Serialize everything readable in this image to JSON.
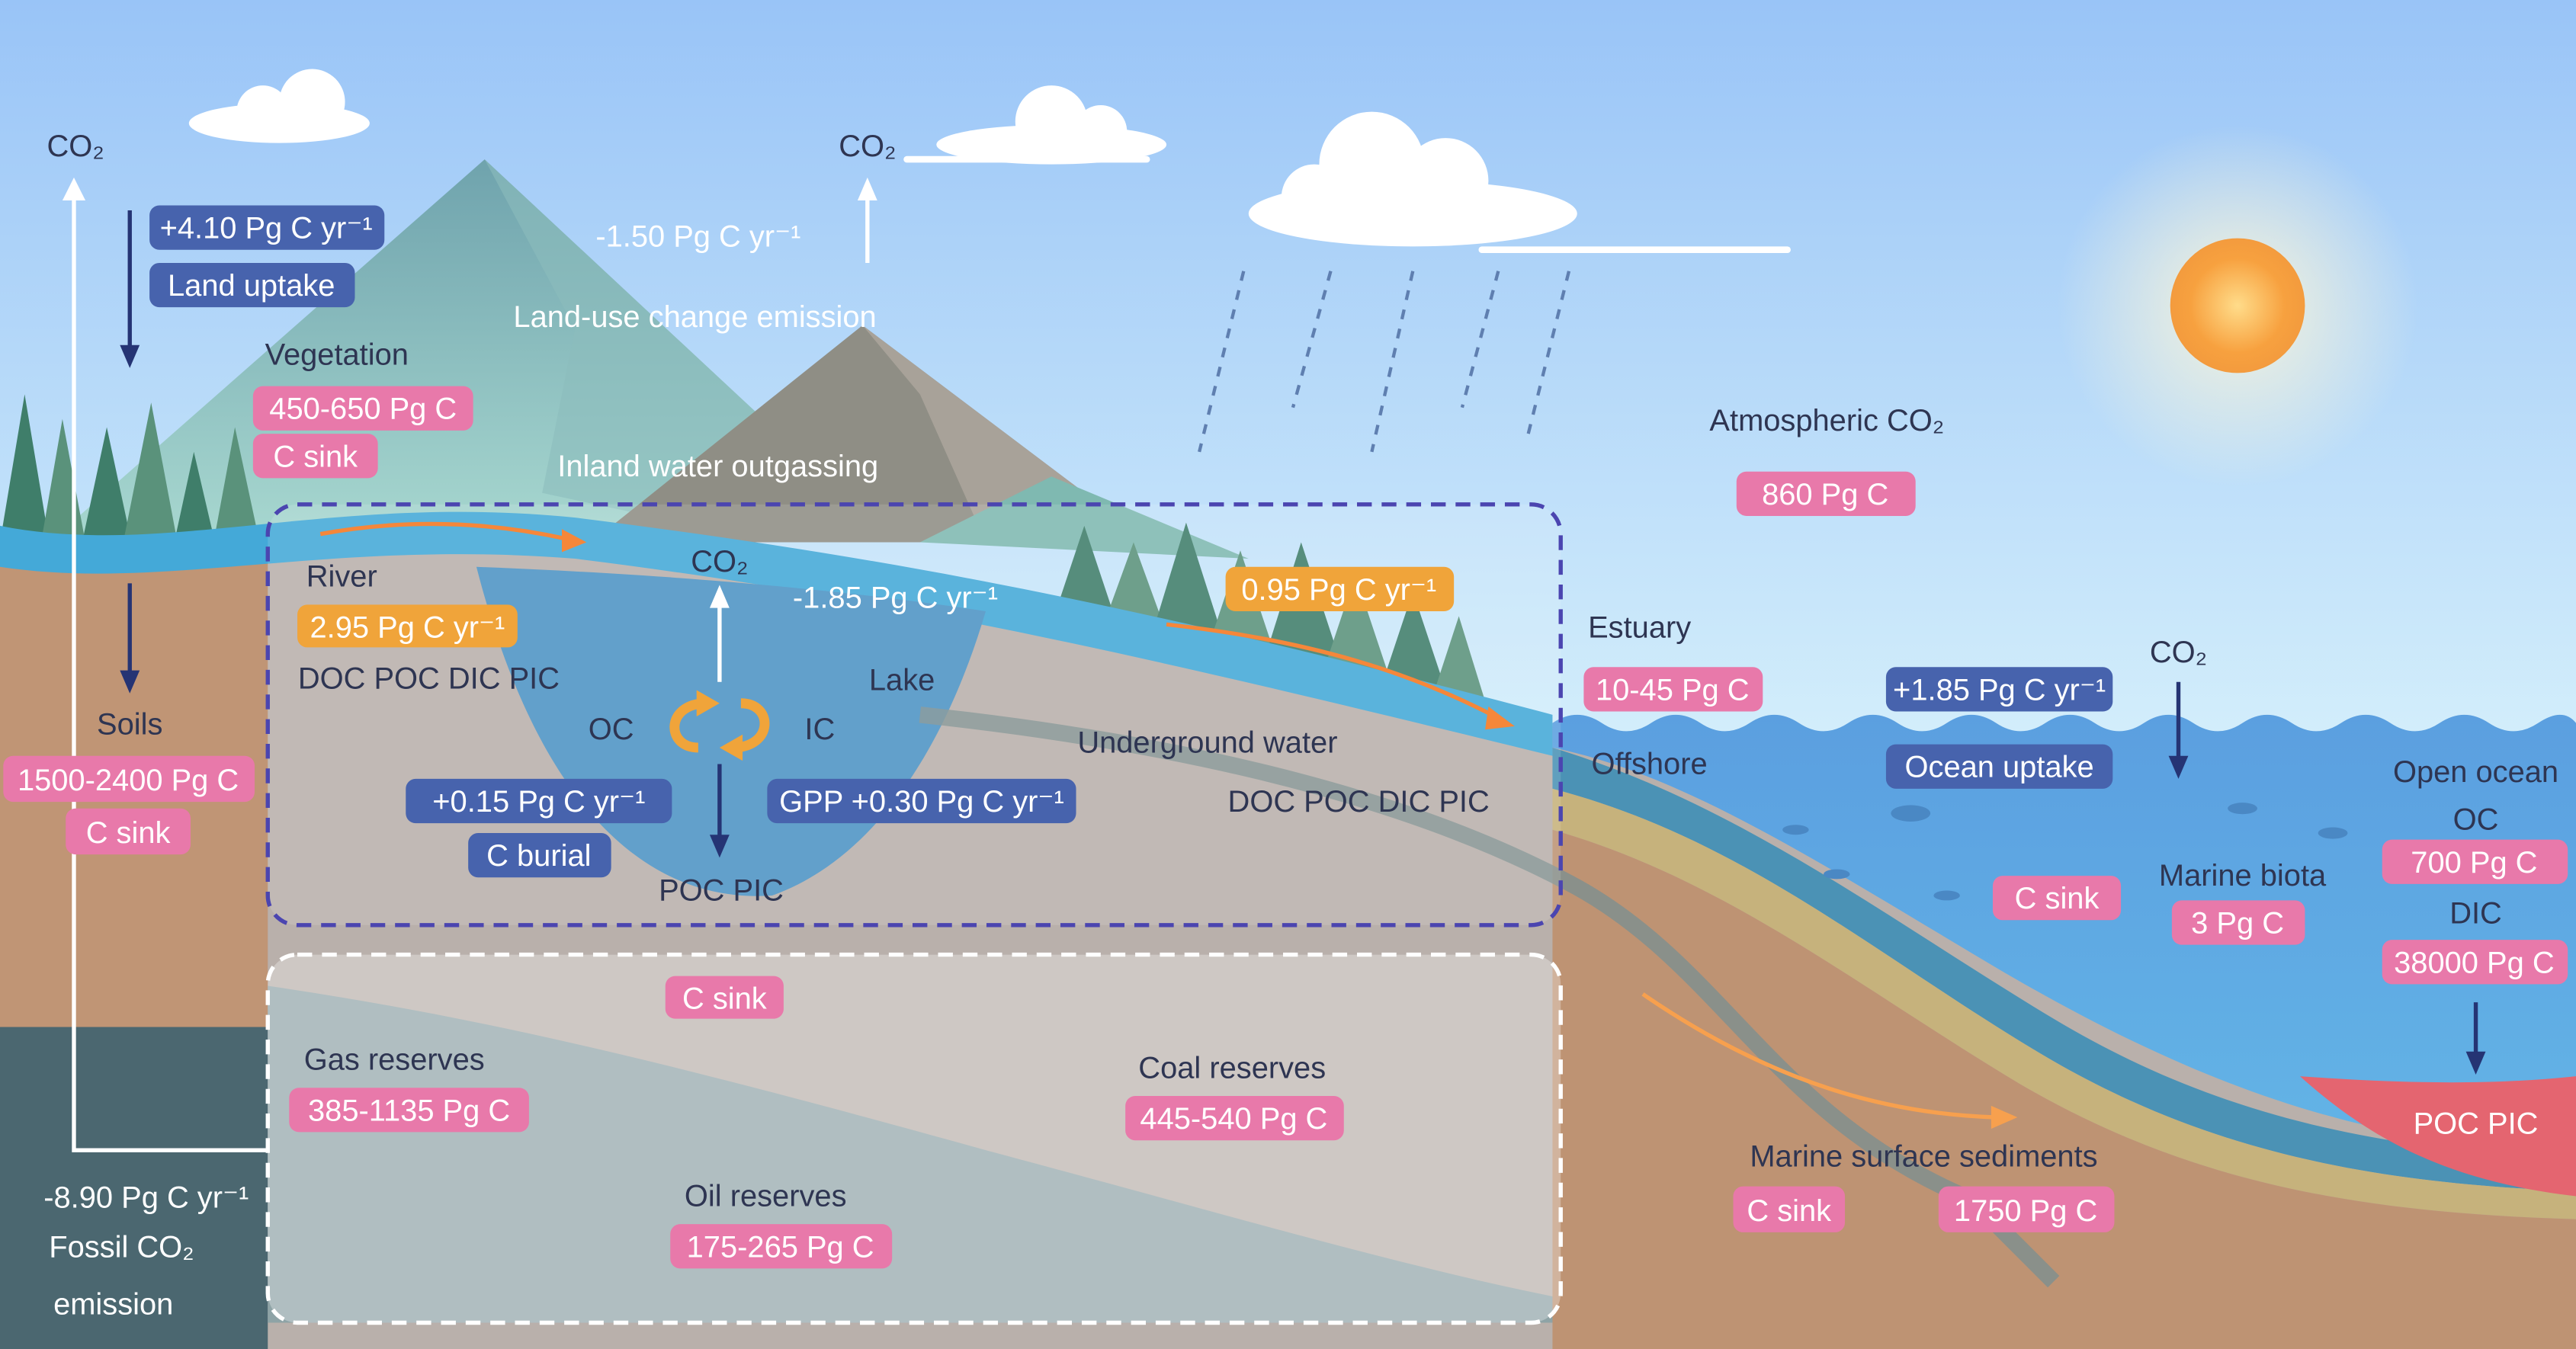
{
  "colors": {
    "pink": "#e879aa",
    "blue": "#4763ad",
    "orange": "#f0a43a",
    "text": "#2e3552"
  },
  "atmosphere": {
    "co2_left": "CO₂",
    "co2_mid": "CO₂",
    "co2_lake": "CO₂",
    "co2_ocean": "CO₂",
    "title": "Atmospheric CO₂",
    "stock": "860 Pg C"
  },
  "land": {
    "uptake_flux": "+4.10 Pg C yr⁻¹",
    "uptake_label": "Land uptake",
    "landuse_flux": "-1.50 Pg C yr⁻¹",
    "landuse_label": "Land-use change emission",
    "outgassing_label": "Inland water outgassing",
    "vegetation": "Vegetation",
    "vegetation_stock": "450-650 Pg C",
    "vegetation_sink": "C sink",
    "soils": "Soils",
    "soils_stock": "1500-2400 Pg C",
    "soils_sink": "C sink"
  },
  "inland_water": {
    "river": "River",
    "river_flux": "2.95 Pg C yr⁻¹",
    "river_species": "DOC POC DIC PIC",
    "outgas_flux": "-1.85 Pg C yr⁻¹",
    "estuary_flux": "0.95 Pg C yr⁻¹",
    "lake": "Lake",
    "oc": "OC",
    "ic": "IC",
    "burial_flux": "+0.15 Pg C yr⁻¹",
    "burial_label": "C burial",
    "poc_pic": "POC PIC",
    "gpp_flux": "GPP +0.30 Pg C yr⁻¹",
    "underground": "Underground water",
    "underground_species": "DOC POC DIC PIC"
  },
  "ocean": {
    "estuary": "Estuary",
    "estuary_stock": "10-45 Pg C",
    "offshore": "Offshore",
    "uptake_flux": "+1.85 Pg C yr⁻¹",
    "uptake_label": "Ocean uptake",
    "open_ocean": "Open ocean",
    "oc": "OC",
    "oc_stock": "700 Pg C",
    "dic": "DIC",
    "dic_stock": "38000 Pg C",
    "poc_pic": "POC PIC",
    "c_sink": "C sink",
    "marine_biota": "Marine biota",
    "biota_stock": "3 Pg C",
    "sediments": "Marine surface sediments",
    "sediments_sink": "C sink",
    "sediments_stock": "1750 Pg C"
  },
  "fossil": {
    "c_sink": "C sink",
    "gas": "Gas reserves",
    "gas_stock": "385-1135 Pg C",
    "coal": "Coal reserves",
    "coal_stock": "445-540 Pg C",
    "oil": "Oil reserves",
    "oil_stock": "175-265 Pg C",
    "emission_flux": "-8.90 Pg C yr⁻¹",
    "emission_label_1": "Fossil CO₂",
    "emission_label_2": "emission"
  }
}
